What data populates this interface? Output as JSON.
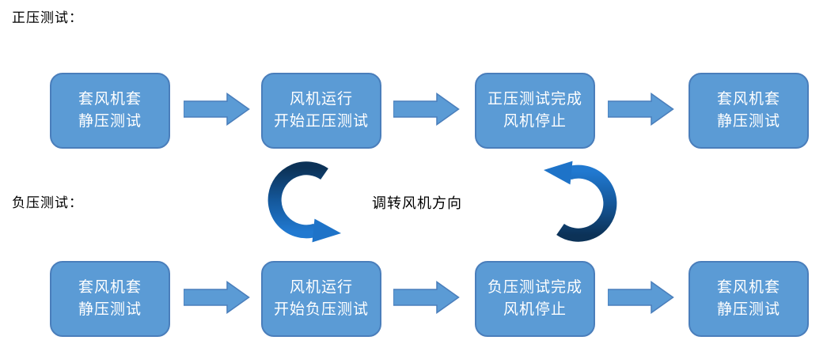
{
  "diagram": {
    "title_semantic": "fan pressure test flow",
    "rows": [
      {
        "label": "正压测试：",
        "boxes": [
          {
            "lines": [
              "套风机套",
              "静压测试"
            ]
          },
          {
            "lines": [
              "风机运行",
              "开始正压测试"
            ]
          },
          {
            "lines": [
              "正压测试完成",
              "风机停止"
            ]
          },
          {
            "lines": [
              "套风机套",
              "静压测试"
            ]
          }
        ]
      },
      {
        "label": "负压测试：",
        "boxes": [
          {
            "lines": [
              "套风机套",
              "静压测试"
            ]
          },
          {
            "lines": [
              "风机运行",
              "开始负压测试"
            ]
          },
          {
            "lines": [
              "负压测试完成",
              "风机停止"
            ]
          },
          {
            "lines": [
              "套风机套",
              "静压测试"
            ]
          }
        ]
      }
    ],
    "middle": {
      "label": "调转风机方向"
    },
    "icons": {
      "block_arrow": "right-block-arrow",
      "curved_down": "curved-arrow-counterclockwise-down",
      "curved_up": "curved-arrow-counterclockwise-up"
    },
    "colors": {
      "box_fill": "#5B9BD5",
      "box_border": "#4A7EBB",
      "box_text": "#FFFFFF",
      "block_arrow_fill": "#5B9BD5",
      "block_arrow_border": "#4A7EBB",
      "curved_arrow_dark": "#0C3257",
      "curved_arrow_bright": "#2179D0",
      "label_text": "#000000",
      "background": "#FFFFFF"
    }
  }
}
